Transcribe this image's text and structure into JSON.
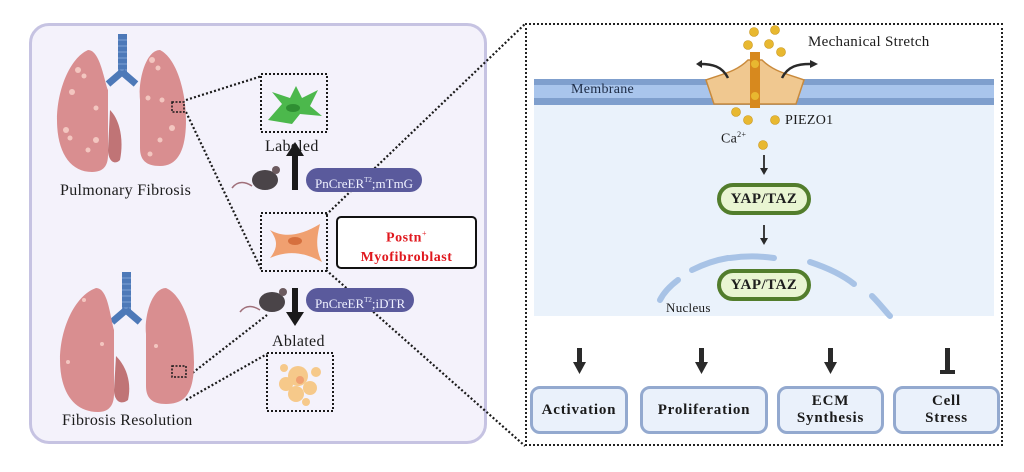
{
  "left_panel": {
    "top_lung_label": "Pulmonary Fibrosis",
    "bottom_lung_label": "Fibrosis Resolution",
    "labeled_text": "Labeled",
    "ablated_text": "Ablated",
    "genotype_top": {
      "base": "PnCreER",
      "sup": "T2",
      "suffix": ";mTmG"
    },
    "genotype_bottom": {
      "base": "PnCreER",
      "sup": "T2",
      "suffix": ";iDTR"
    },
    "cell_type": {
      "name": "Postn",
      "sup": "+",
      "type": "Myofibroblast"
    }
  },
  "right_panel": {
    "stimulus_label": "Mechanical Stretch",
    "membrane_label": "Membrane",
    "channel_label": "PIEZO1",
    "ion_label": {
      "base": "Ca",
      "sup": "2+"
    },
    "cytoplasmic_factor": "YAP/TAZ",
    "nuclear_factor": "YAP/TAZ",
    "nucleus_label": "Nucleus",
    "outcomes": [
      {
        "label": "Activation",
        "effect": "promote"
      },
      {
        "label": "Proliferation",
        "effect": "promote"
      },
      {
        "label": "ECM\nSynthesis",
        "effect": "promote"
      },
      {
        "label": "Cell\nStress",
        "effect": "inhibit"
      }
    ]
  },
  "colors": {
    "panel_bg": "#f4f2fb",
    "panel_border": "#c6c3e2",
    "genotype_pill": "#5a5a9c",
    "postn_text": "#e0181e",
    "membrane": "#7f9fcd",
    "yap_border": "#527d2c",
    "yap_fill": "#e9f5d2",
    "outcome_border": "#93a9cf",
    "calcium": "#e8b830",
    "lung": "#d98e90",
    "labeled_cell": "#4cb84c",
    "myofibroblast": "#f0a070",
    "ablated_cell": "#f6c98a"
  }
}
